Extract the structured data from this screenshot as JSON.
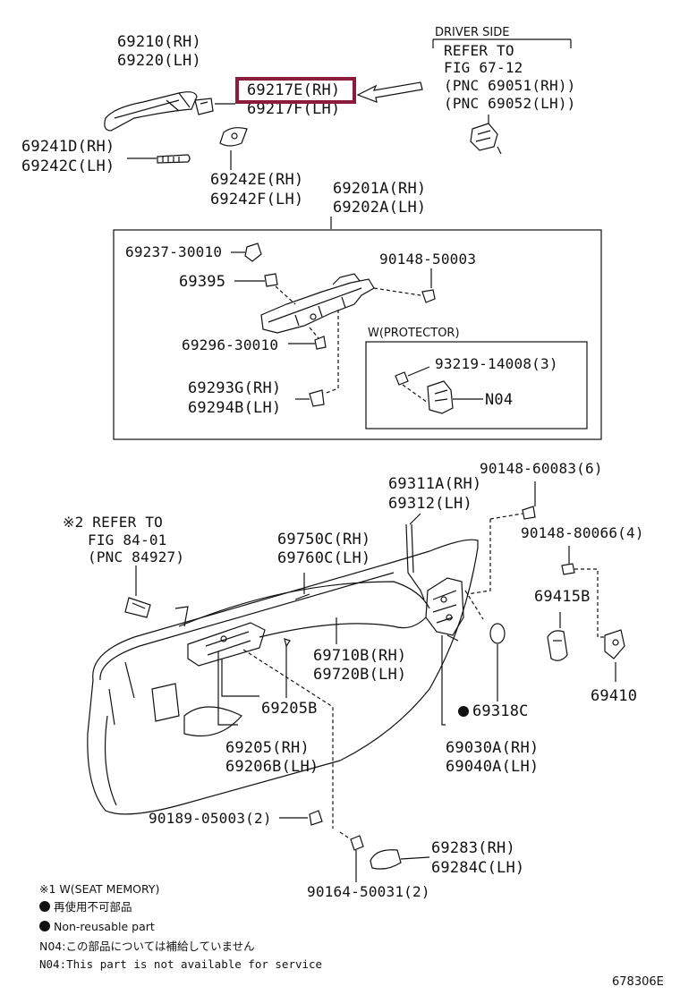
{
  "diagram_id": "678306E",
  "labels": {
    "outer_handle": [
      "69210(RH)",
      "69220(LH)"
    ],
    "pad": [
      "69241D(RH)",
      "69242C(LH)"
    ],
    "cover_highlighted": "69217E(RH)",
    "cover_lh": "69217F(LH)",
    "gasket": [
      "69242E(RH)",
      "69242F(LH)"
    ],
    "frame_assy": [
      "69201A(RH)",
      "69202A(LH)"
    ],
    "clip_1": "69237-30010",
    "part_69395": "69395",
    "screw_top": "90148-50003",
    "screw_69296": "69296-30010",
    "sub_assy": [
      "69293G(RH)",
      "69294B(LH)"
    ],
    "protector_title": "W(PROTECTOR)",
    "protector_screw": "93219-14008(3)",
    "protector_part": "N04",
    "driver_side": "DRIVER SIDE",
    "refer_top": [
      "REFER TO",
      "FIG 67-12",
      "(PNC 69051(RH))",
      "(PNC 69052(LH))"
    ],
    "refer_left": [
      "※2 REFER TO",
      "FIG 84-01",
      "(PNC 84927)"
    ],
    "rod_link": [
      "69311A(RH)",
      "69312(LH)"
    ],
    "screw_6": "90148-60083(6)",
    "screw_4": "90148-80066(4)",
    "part_69415b": "69415B",
    "part_69410": "69410",
    "cable_1": [
      "69750C(RH)",
      "69760C(LH)"
    ],
    "cable_2": [
      "69710B(RH)",
      "69720B(LH)"
    ],
    "part_69205b": "69205B",
    "inside_handle": [
      "69205(RH)",
      "69206B(LH)"
    ],
    "part_69318c": "69318C",
    "lock_assy": [
      "69030A(RH)",
      "69040A(LH)"
    ],
    "screw_05003": "90189-05003(2)",
    "cover_bottom": [
      "69283(RH)",
      "69284C(LH)"
    ],
    "screw_50031": "90164-50031(2)"
  },
  "notes": {
    "n1": "※1  W(SEAT MEMORY)",
    "n2": "再使用不可部品",
    "n3": "Non-reusable part",
    "n4": "N04:この部品については補給していません",
    "n5": "N04:This part is not available for service"
  }
}
